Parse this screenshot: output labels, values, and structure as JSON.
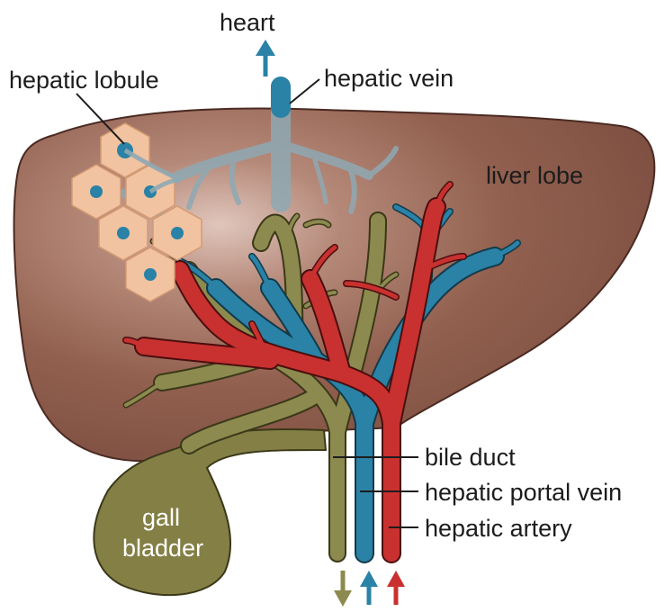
{
  "labels": {
    "heart": "heart",
    "hepatic_lobule": "hepatic lobule",
    "hepatic_vein": "hepatic vein",
    "liver_lobe": "liver lobe",
    "bile_duct": "bile duct",
    "hepatic_portal_vein": "hepatic portal vein",
    "hepatic_artery": "hepatic artery",
    "gall": "gall",
    "bladder": "bladder"
  },
  "colors": {
    "liver": "#8a5a4e",
    "liver_highlight": "#c9a59a",
    "vein_blue": "#2a82a6",
    "artery_red": "#c8312f",
    "bile_olive": "#8c8a4e",
    "lobule_fill": "#f2c3a0",
    "hepatic_vein_grey": "#8fa9b4"
  }
}
